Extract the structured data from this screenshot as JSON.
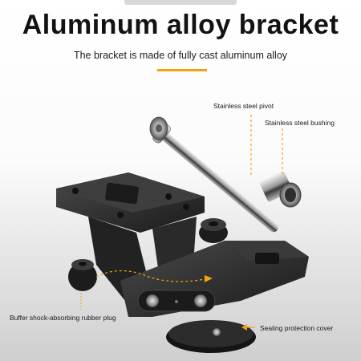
{
  "title": "Aluminum alloy bracket",
  "subtitle": "The bracket is made of fully cast aluminum alloy",
  "accent_color": "#f2a30f",
  "callouts": {
    "pivot": "Stainless steel pivot",
    "bushing": "Stainless steel bushing",
    "rubber_plug": "Buffer shock-absorbing rubber plug",
    "cover": "Sealing protection cover"
  }
}
